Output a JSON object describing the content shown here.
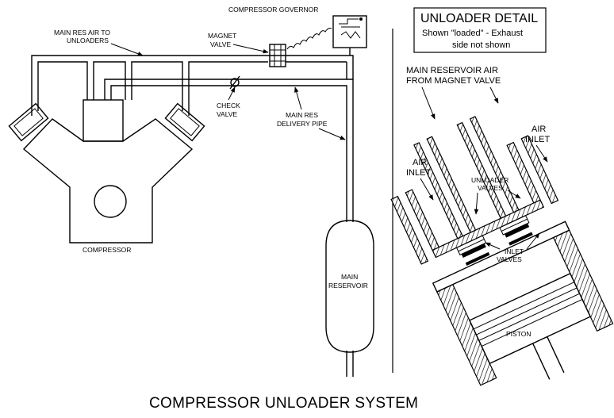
{
  "title": "COMPRESSOR UNLOADER SYSTEM",
  "system_labels": {
    "governor": "COMPRESSOR GOVERNOR",
    "res_air_line1": "MAIN RES AIR TO",
    "res_air_line2": "UNLOADERS",
    "magnet_line1": "MAGNET",
    "magnet_line2": "VALVE",
    "check_line1": "CHECK",
    "check_line2": "VALVE",
    "delivery_line1": "MAIN RES",
    "delivery_line2": "DELIVERY PIPE",
    "compressor": "COMPRESSOR",
    "reservoir_line1": "MAIN",
    "reservoir_line2": "RESERVOIR"
  },
  "detail": {
    "heading": "UNLOADER DETAIL",
    "note_line1": "Shown \"loaded\" - Exhaust",
    "note_line2": "side not shown",
    "main_res_line1": "MAIN RESERVOIR AIR",
    "main_res_line2": "FROM MAGNET VALVE",
    "air_inlet_left_line1": "AIR",
    "air_inlet_left_line2": "INLET",
    "air_inlet_right_line1": "AIR",
    "air_inlet_right_line2": "INLET",
    "unloader_line1": "UNLOADER",
    "unloader_line2": "VALVES",
    "inlet_line1": "INLET",
    "inlet_line2": "VALVES",
    "piston": "PISTON"
  }
}
